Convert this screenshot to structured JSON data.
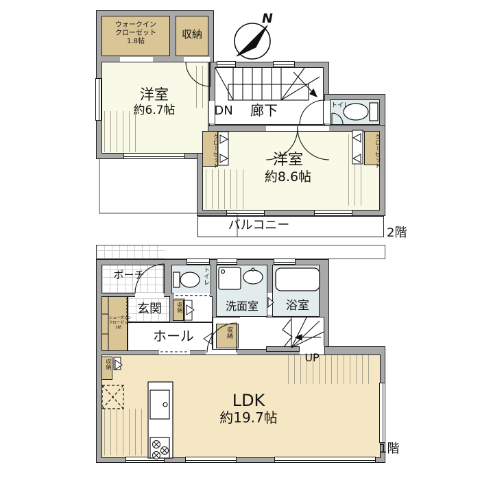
{
  "compass": {
    "north": "N"
  },
  "floor2": {
    "floor_label": "2階",
    "wic_line1": "ウォークイン",
    "wic_line2": "クローゼット",
    "wic_line3": "1.8帖",
    "storage": "収納",
    "bedroom1_name": "洋室",
    "bedroom1_size": "約6.7帖",
    "dn": "DN",
    "hallway": "廊下",
    "toilet": "トイレ",
    "closet_left": "クローゼット",
    "closet_right": "クローゼット",
    "bedroom2_name": "洋室",
    "bedroom2_size": "約8.6帖",
    "balcony": "バルコニー"
  },
  "floor1": {
    "floor_label": "1階",
    "porch": "ポーチ",
    "entry": "玄関",
    "shoes_line1": "シューズイン",
    "shoes_line2": "クローゼット",
    "shoes_line3": "1帖",
    "toilet": "トイレ",
    "washroom": "洗面室",
    "bath": "浴室",
    "hall": "ホール",
    "storage_entry": "収納",
    "storage_mid": "収納",
    "storage_ldk": "収納",
    "up": "UP",
    "ldk_name": "LDK",
    "ldk_size": "約19.7帖"
  },
  "colors": {
    "wall": "#a9a9a9",
    "bedroom_fill": "#f8f9e6",
    "ldk_fill": "#f6e7c4",
    "closet_fill": "#d9c596",
    "wet_fill": "#e2ecec"
  }
}
